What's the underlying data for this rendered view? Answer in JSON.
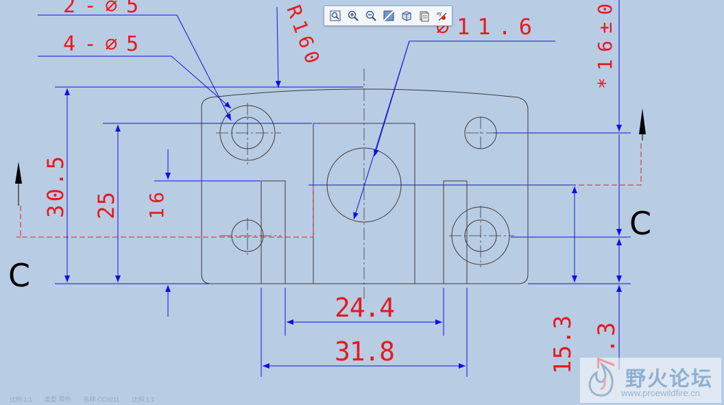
{
  "toolbar": {
    "buttons": [
      {
        "name": "zoom-fit-icon"
      },
      {
        "name": "zoom-in-icon"
      },
      {
        "name": "zoom-out-icon"
      },
      {
        "name": "repaint-icon"
      },
      {
        "name": "display-style-icon"
      },
      {
        "name": "saved-views-icon"
      },
      {
        "name": "annotation-display-icon"
      }
    ]
  },
  "dimensions": {
    "hole_top": "2-∅5",
    "hole_side": "4-∅5",
    "radius": "R160",
    "center_hole": "∅11.6",
    "right_tol": "*16±0",
    "h_30_5": "30.5",
    "h_25": "25",
    "h_16": "16",
    "w_24_4": "24.4",
    "w_31_8": "31.8",
    "h_15_3": "15.3",
    "h_7_3": "7.3",
    "section_left": "C",
    "section_right": "C"
  },
  "statusbar": {
    "items": [
      "比例 1:1",
      "类型 零件",
      "名称 CC0211",
      "比例 1:1"
    ]
  },
  "watermark": {
    "title": "野火论坛",
    "url": "www.proewildfire.cn"
  },
  "colors": {
    "background": "#b8cce4",
    "geometry": "#3a3a3a",
    "dimension_line": "#1010e0",
    "dimension_text": "#e8191e"
  }
}
